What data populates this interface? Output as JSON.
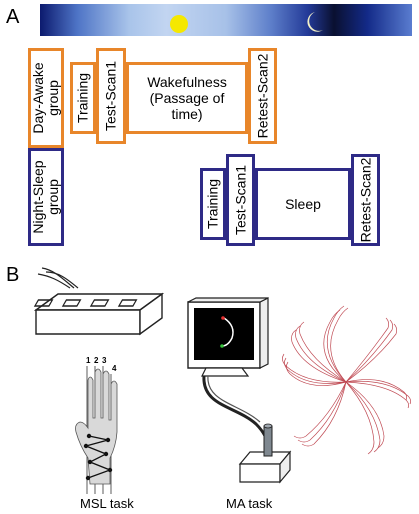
{
  "panel_a": {
    "label": "A",
    "colors": {
      "day": "#e8862a",
      "night": "#2e2a86",
      "sun": "#f5e800",
      "moon": "#f2f0c8"
    },
    "icons": {
      "day": "sun-icon",
      "night": "crescent-moon-icon"
    },
    "day_group": {
      "label_line1": "Day-Awake",
      "label_line2": "group",
      "training": "Training",
      "test_scan": "Test-Scan1",
      "interval_line1": "Wakefulness",
      "interval_line2": "(Passage of",
      "interval_line3": "time)",
      "retest_scan": "Retest-Scan2"
    },
    "night_group": {
      "label_line1": "Night-Sleep",
      "label_line2": "group",
      "training": "Training",
      "test_scan": "Test-Scan1",
      "interval": "Sleep",
      "retest_scan": "Retest-Scan2"
    }
  },
  "panel_b": {
    "label": "B",
    "finger_numbers": [
      "1",
      "2",
      "3",
      "4"
    ],
    "msl_caption": "MSL task",
    "ma_caption": "MA task"
  }
}
